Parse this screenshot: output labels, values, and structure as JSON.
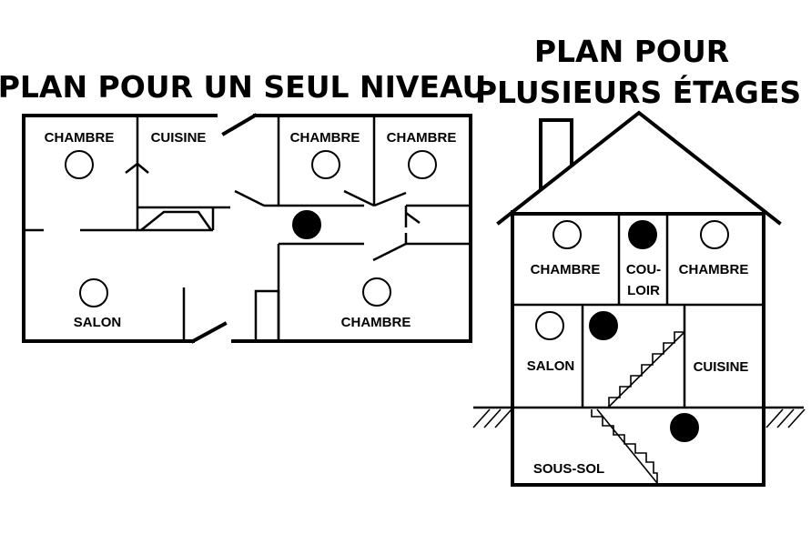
{
  "titles": {
    "single_level": "PLAN POUR UN SEUL NIVEAU",
    "multi_level_line1": "PLAN POUR",
    "multi_level_line2": "PLUSIEURS ÉTAGES"
  },
  "single_level_rooms": {
    "bedroom_top_left": "CHAMBRE",
    "kitchen": "CUISINE",
    "bedroom_top_middle": "CHAMBRE",
    "bedroom_top_right": "CHAMBRE",
    "living_room": "SALON",
    "bedroom_bottom_right": "CHAMBRE"
  },
  "multi_level_rooms": {
    "bedroom_left": "CHAMBRE",
    "hallway_line1": "COU-",
    "hallway_line2": "LOIR",
    "bedroom_right": "CHAMBRE",
    "living_room": "SALON",
    "kitchen": "CUISINE",
    "basement": "SOUS-SOL"
  },
  "colors": {
    "ink": "#000000",
    "background": "#ffffff"
  }
}
